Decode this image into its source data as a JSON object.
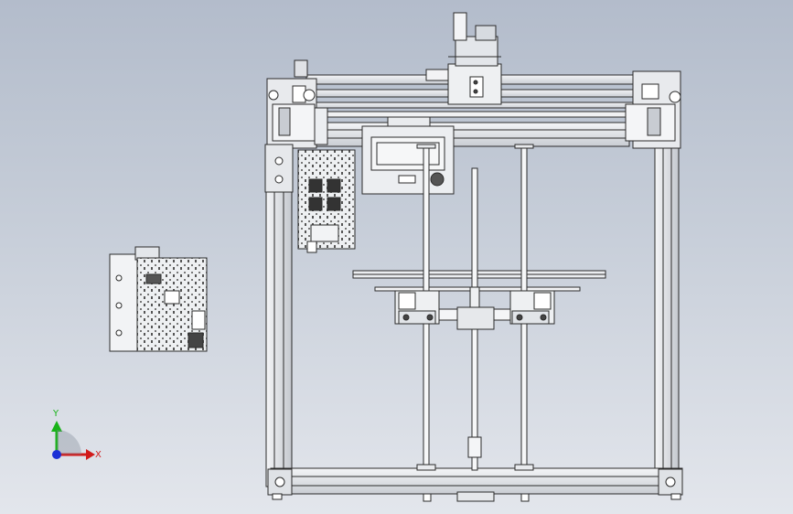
{
  "app": {
    "view": "cad-3d-viewport"
  },
  "triad": {
    "y_label": "Y",
    "x_label": "X",
    "z_label": "",
    "y_color": "#18b318",
    "x_color": "#d11a1a",
    "z_color": "#1b2fd6"
  },
  "colors": {
    "background_top": "#b3bccb",
    "background_bottom": "#e3e6ec",
    "part_fill": "#e9ebee",
    "part_edge": "#2b2b2b"
  },
  "model": {
    "parts": [
      "printer-frame",
      "x-gantry-rail",
      "print-head-carriage",
      "left-stepper-motor",
      "right-stepper-motor",
      "lcd-display-panel",
      "controller-board",
      "main-control-board",
      "build-plate",
      "z-lead-screw",
      "z-guide-rods",
      "z-carriage-bearings"
    ]
  }
}
